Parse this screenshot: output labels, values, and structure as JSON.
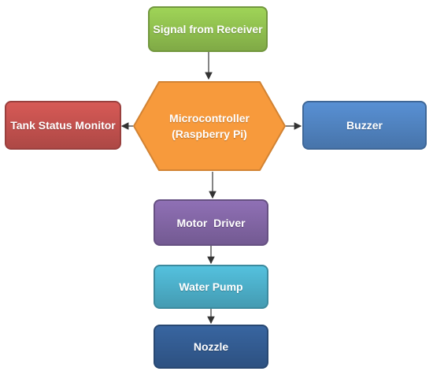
{
  "nodes": {
    "signal": {
      "label": "Signal from Receiver",
      "color": "#8ebd4e"
    },
    "microcontroller": {
      "line1": "Microcontroller",
      "line2": "(Raspberry Pi)",
      "color": "#f79a3c"
    },
    "tank": {
      "label": "Tank Status Monitor",
      "color": "#c0504d"
    },
    "buzzer": {
      "label": "Buzzer",
      "color": "#4f81bd"
    },
    "motor_driver": {
      "label": "Motor  Driver",
      "color": "#8064a2"
    },
    "water_pump": {
      "label": "Water Pump",
      "color": "#4bacc6"
    },
    "nozzle": {
      "label": "Nozzle",
      "color": "#325a8f"
    }
  },
  "edges": [
    {
      "from": "signal",
      "to": "microcontroller"
    },
    {
      "from": "microcontroller",
      "to": "tank"
    },
    {
      "from": "microcontroller",
      "to": "buzzer"
    },
    {
      "from": "microcontroller",
      "to": "motor_driver"
    },
    {
      "from": "motor_driver",
      "to": "water_pump"
    },
    {
      "from": "water_pump",
      "to": "nozzle"
    }
  ]
}
